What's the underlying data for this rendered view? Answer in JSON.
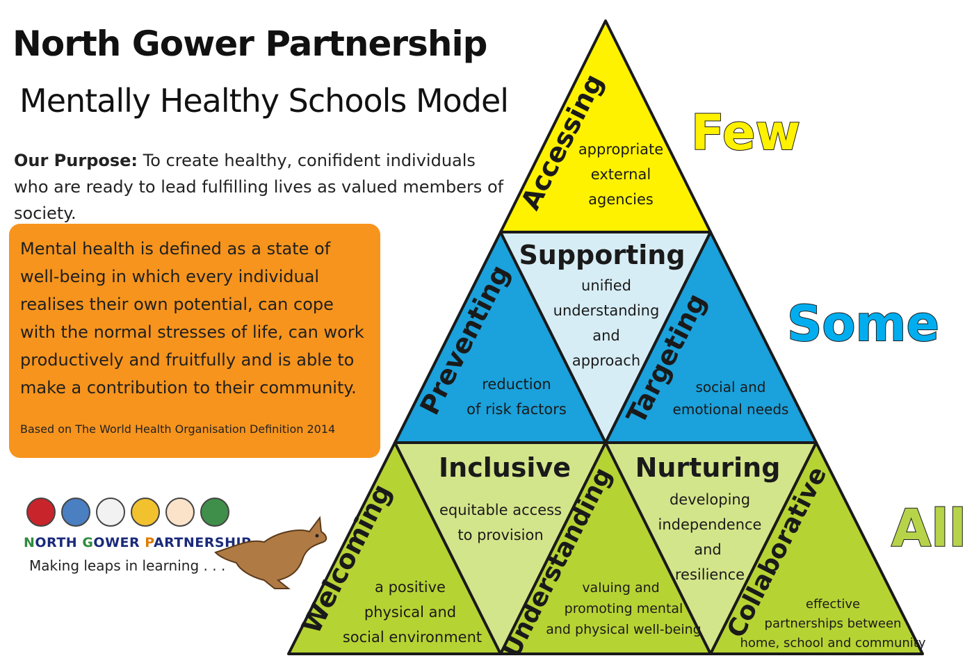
{
  "header": {
    "title": "North Gower Partnership",
    "subtitle": "Mentally Healthy Schools Model"
  },
  "purpose": {
    "label": "Our Purpose:",
    "text": "To create healthy, conifident individuals who are ready to lead fulfilling lives as valued members of society."
  },
  "definition": {
    "text": "Mental health is defined as a state of well-being in which every individual realises their own potential, can cope with the normal stresses of life, can work productively and fruitfully and is able to make a contribution to their community.",
    "source": "Based on The World Health Organisation Definition 2014"
  },
  "branding": {
    "name_parts": [
      "N",
      "ORTH ",
      "G",
      "OWER ",
      "P",
      "ARTNERSHIP"
    ],
    "tagline": "Making leaps in learning . . ."
  },
  "levels": {
    "few": "Few",
    "some": "Some",
    "all": "All"
  },
  "colors": {
    "yellow": "#fff200",
    "blue": "#1ba1db",
    "light_blue": "#d7edf5",
    "green": "#b6d334",
    "light_green": "#d3e58a",
    "orange": "#f7941d"
  },
  "pyramid": {
    "accessing": {
      "title": "Accessing",
      "lines": [
        "appropriate",
        "external",
        "agencies"
      ]
    },
    "preventing": {
      "title": "Preventing",
      "lines": [
        "reduction",
        "of risk factors"
      ]
    },
    "supporting": {
      "title": "Supporting",
      "lines": [
        "unified",
        "understanding",
        "and",
        "approach"
      ]
    },
    "targeting": {
      "title": "Targeting",
      "lines": [
        "social and",
        "emotional needs"
      ]
    },
    "welcoming": {
      "title": "Welcoming",
      "lines": [
        "a positive",
        "physical and",
        "social environment"
      ]
    },
    "inclusive": {
      "title": "Inclusive",
      "lines": [
        "equitable access",
        "to provision"
      ]
    },
    "understanding": {
      "title": "Understanding",
      "lines": [
        "valuing and",
        "promoting mental",
        "and physical well-being"
      ]
    },
    "nurturing": {
      "title": "Nurturing",
      "lines": [
        "developing",
        "independence",
        "and",
        "resilience"
      ]
    },
    "collaborative": {
      "title": "Collaborative",
      "lines": [
        "effective",
        "partnerships between",
        "home, school and community"
      ]
    }
  }
}
